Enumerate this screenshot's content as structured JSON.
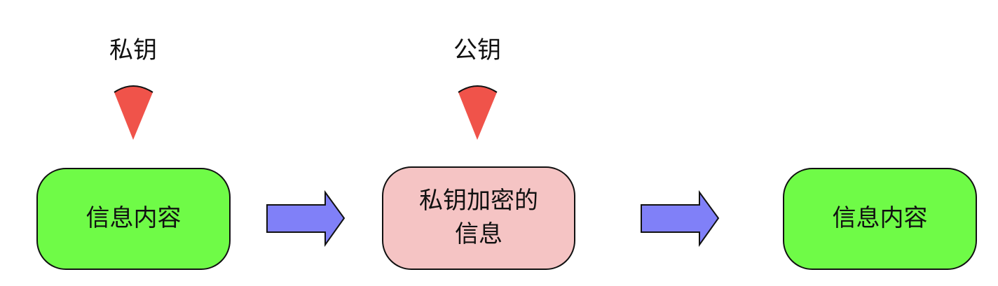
{
  "keys": {
    "private_key": "私钥",
    "public_key": "公钥"
  },
  "boxes": {
    "plain_message": "信息内容",
    "encrypted_line1": "私钥加密的",
    "encrypted_line2": "信息",
    "decrypted_message": "信息内容"
  },
  "colors": {
    "green": "#6ffb47",
    "pink": "#f5c4c4",
    "arrow": "#8080f8",
    "key": "#f0534a"
  }
}
